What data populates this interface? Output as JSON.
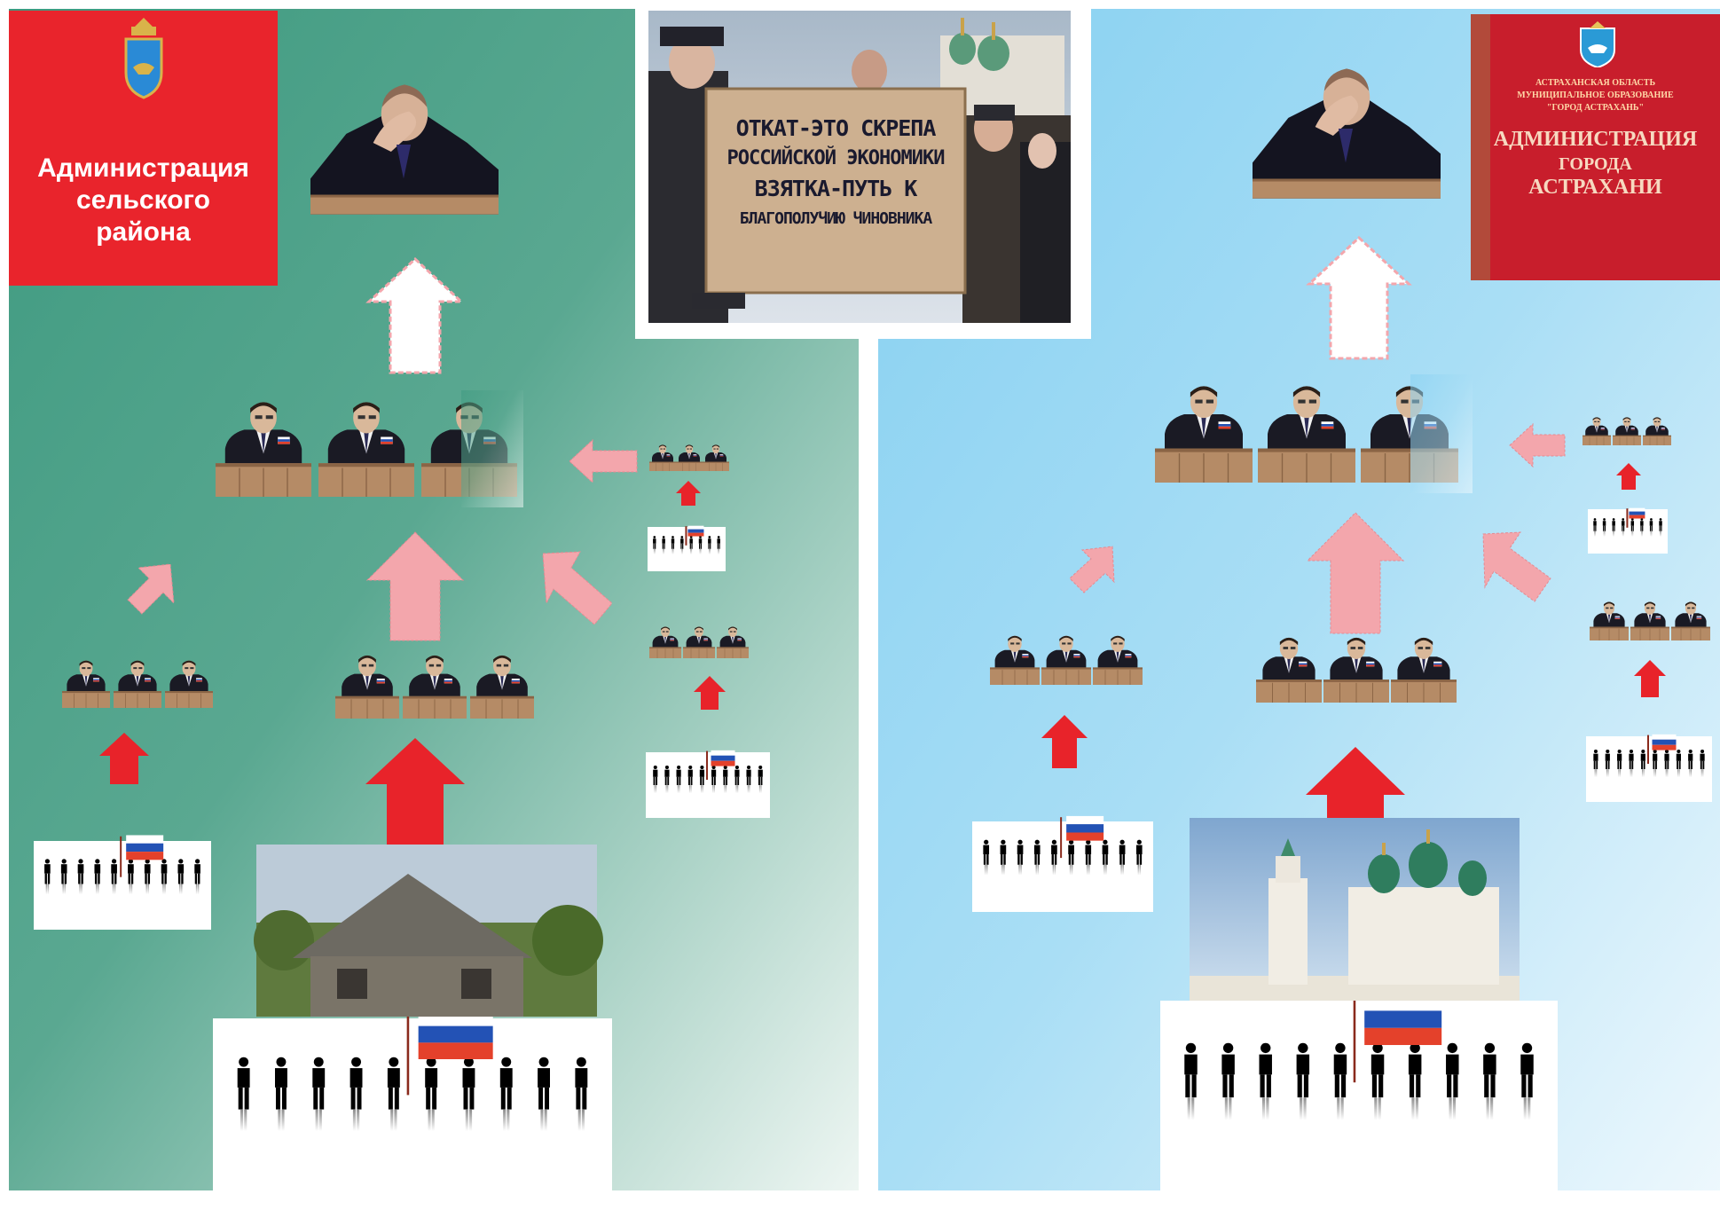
{
  "rural_admin": {
    "label_line1": "Администрация",
    "label_line2": "сельского",
    "label_line3": "района"
  },
  "protest_sign": {
    "line1": "ОТКАТ-ЭТО СКРЕПА",
    "line2": "РОССИЙСКОЙ ЭКОНОМИКИ",
    "line3": "ВЗЯТКА-ПУТЬ К",
    "line4": "БЛАГОПОЛУЧИЮ ЧИНОВНИКА"
  },
  "city_plaque": {
    "line1": "АСТРАХАНСКАЯ ОБЛАСТЬ",
    "line2": "МУНИЦИПАЛЬНОЕ ОБРАЗОВАНИЕ",
    "line3": "\"ГОРОД АСТРАХАНЬ\"",
    "line4": "АДМИНИСТРАЦИЯ",
    "line5": "ГОРОДА",
    "line6": "АСТРАХАНИ"
  },
  "colors": {
    "rural_panel_top": "#4aa38b",
    "rural_panel_bottom": "#e8f3ef",
    "city_panel_top": "#8fd4f2",
    "city_panel_bottom": "#e6f5fc",
    "arrow_red": "#e8232a",
    "arrow_pink": "#f3a6ac",
    "arrow_white": "#ffffff",
    "admin_red": "#e9242c"
  }
}
